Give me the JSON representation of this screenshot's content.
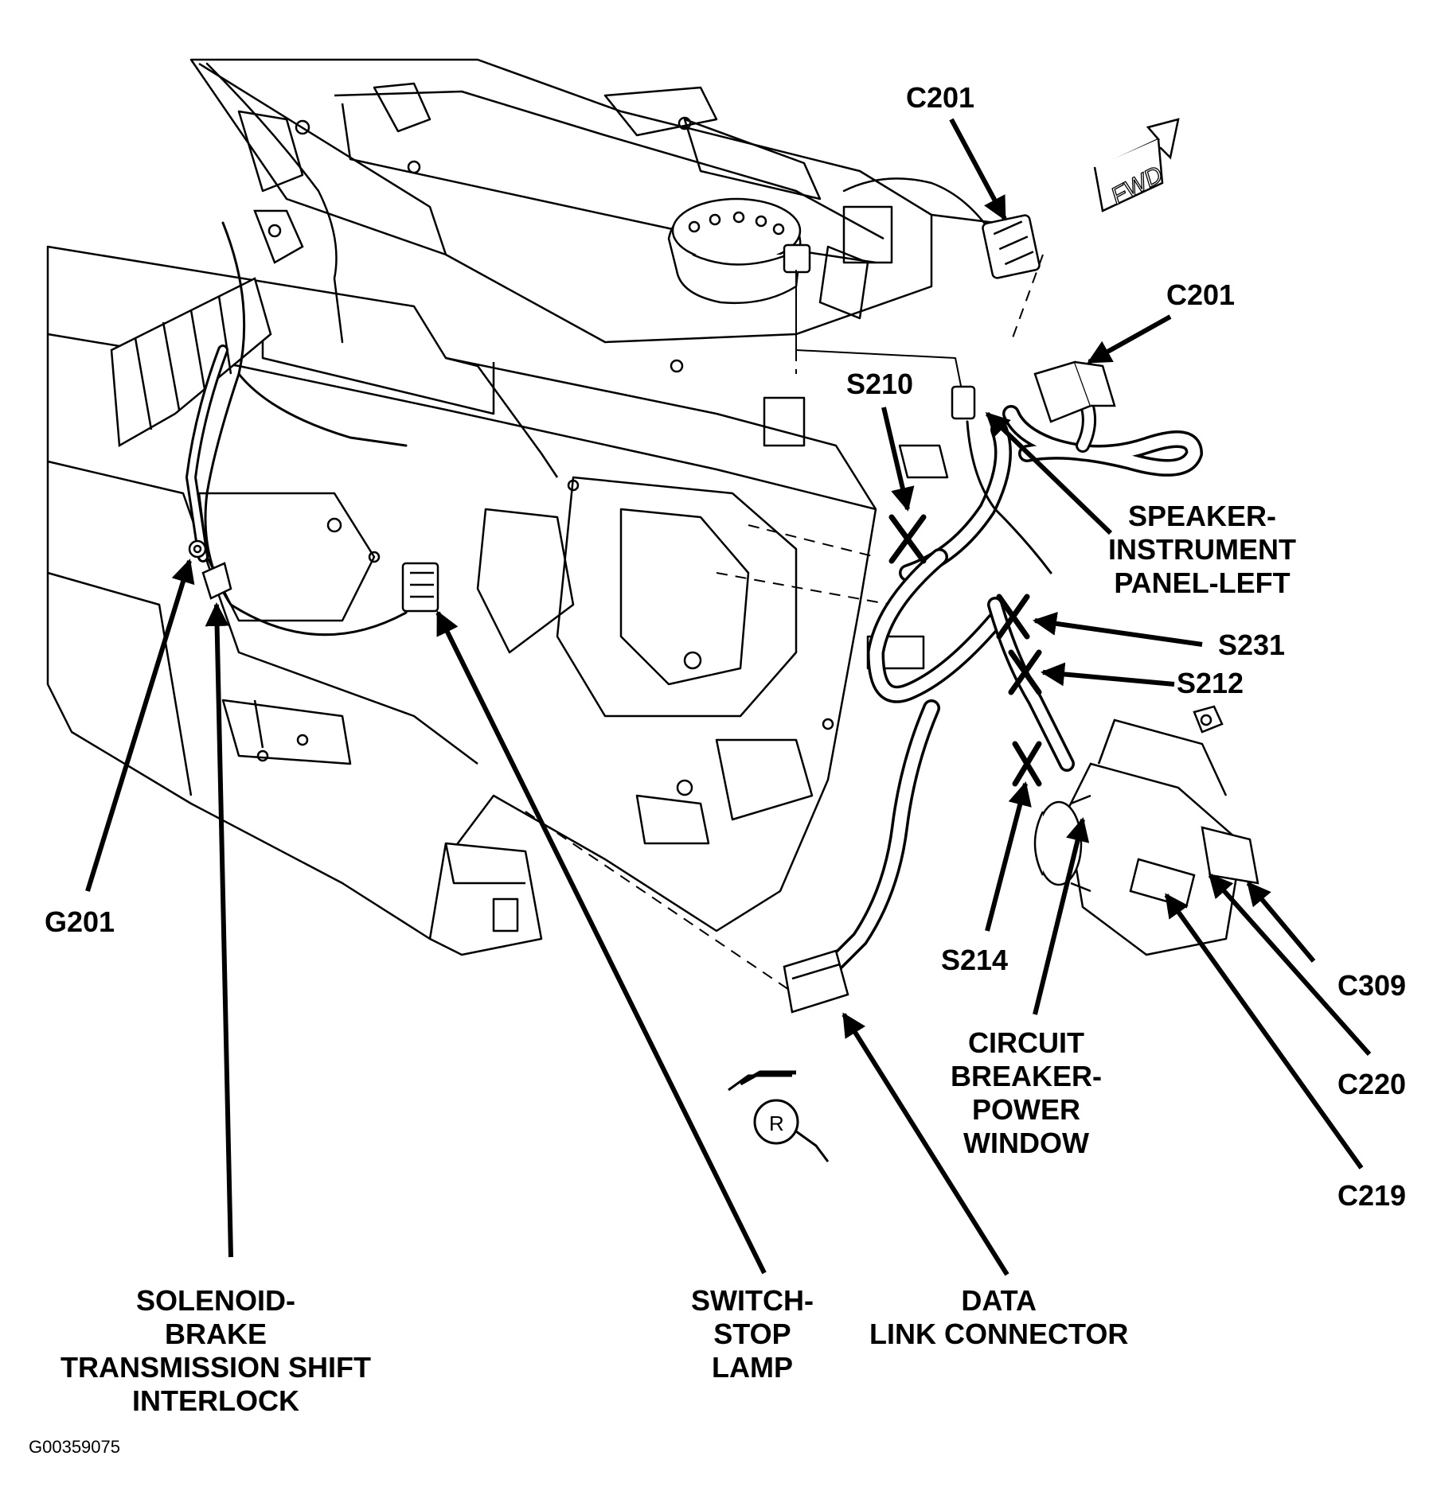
{
  "figure_id": "G00359075",
  "fwd_label": "FWD",
  "relay_mark": "R",
  "labels": {
    "c201_top": [
      "C201"
    ],
    "c201_right": [
      "C201"
    ],
    "s210": [
      "S210"
    ],
    "speaker": [
      "SPEAKER-",
      "INSTRUMENT",
      "PANEL-LEFT"
    ],
    "s231": [
      "S231"
    ],
    "s212": [
      "S212"
    ],
    "s214": [
      "S214"
    ],
    "g201": [
      "G201"
    ],
    "c309": [
      "C309"
    ],
    "c220": [
      "C220"
    ],
    "c219": [
      "C219"
    ],
    "circuit_breaker": [
      "CIRCUIT",
      "BREAKER-",
      "POWER",
      "WINDOW"
    ],
    "solenoid": [
      "SOLENOID-",
      "BRAKE",
      "TRANSMISSION SHIFT",
      "INTERLOCK"
    ],
    "switch_stop": [
      "SWITCH-",
      "STOP",
      "LAMP"
    ],
    "data_link": [
      "DATA",
      "LINK CONNECTOR"
    ]
  }
}
